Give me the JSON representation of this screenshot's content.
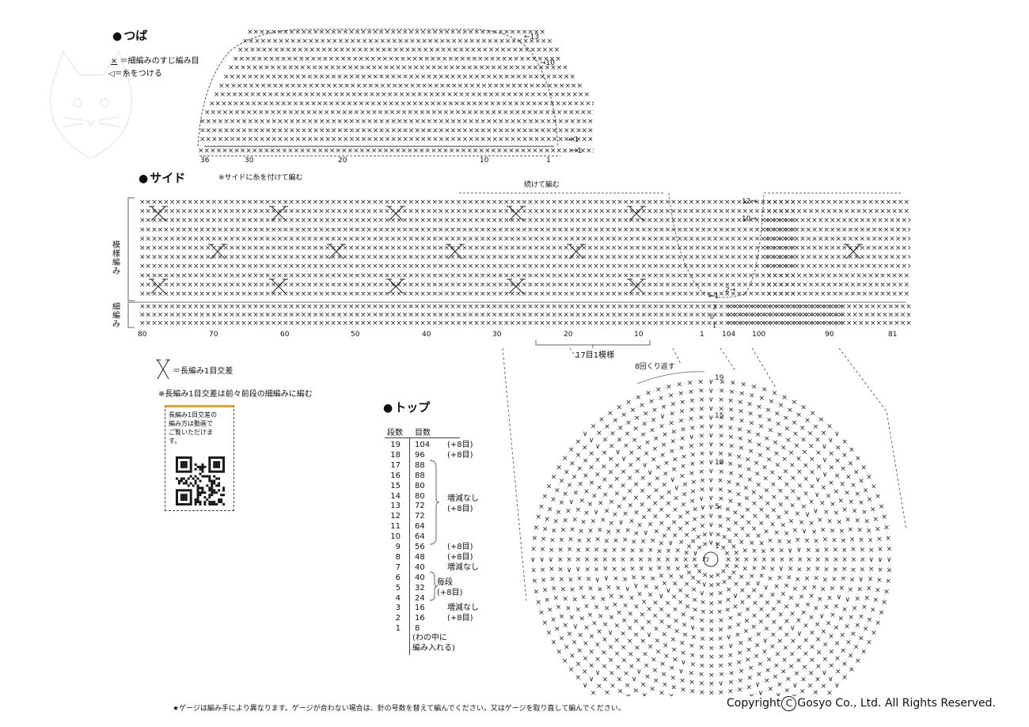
{
  "sections": {
    "tsuba": {
      "title": "つば"
    },
    "side": {
      "title": "サイド"
    },
    "top": {
      "title": "トップ"
    }
  },
  "legend": {
    "sc_back_loop": "＝細編みのすじ編み目",
    "attach_yarn": "＝糸をつける",
    "cross_dc": "＝長編み1目交差",
    "cross_dc_note": "※長編み1目交差は前々前段の細編みに編む"
  },
  "tsuba_diagram": {
    "row_labels": {
      "r13": "←13",
      "r10": "→10",
      "r1a": "←1",
      "r1b": "→1"
    },
    "stitch_numbers": [
      "36",
      "30",
      "20",
      "10",
      "1"
    ],
    "note": "※サイドに糸を付けて編む"
  },
  "side_diagram": {
    "continue_label": "続けて編む",
    "pattern_label": "模様編み",
    "sc_label": "細編み",
    "bottom_numbers_left": [
      "80",
      "70",
      "60",
      "50",
      "40",
      "30",
      "20",
      "10",
      "1"
    ],
    "bottom_numbers_right": [
      "104",
      "100",
      "90",
      "81"
    ],
    "repeat_label": "17目1模様",
    "row_marks": {
      "r12": "12→",
      "r10": "10→",
      "r2": "2→",
      "r1": "←1",
      "n3": "3",
      "n0": "0",
      "n1": "1"
    }
  },
  "top_diagram": {
    "repeat_label": "8回くり返す",
    "center_label": "わ",
    "row_labels": [
      "19",
      "15",
      "10",
      "5",
      "1"
    ]
  },
  "qr_box": {
    "text_lines": [
      "長編み1目交差の",
      "編み方は動画で",
      "ご覧いただけま",
      "す。"
    ]
  },
  "stitch_table": {
    "headers": [
      "段数",
      "目数"
    ],
    "rows": [
      {
        "row": "19",
        "count": "104",
        "note": "(+8目)"
      },
      {
        "row": "18",
        "count": "96",
        "note": "(+8目)"
      },
      {
        "row": "17",
        "count": "88",
        "note": ""
      },
      {
        "row": "16",
        "count": "88",
        "note": ""
      },
      {
        "row": "15",
        "count": "80",
        "note": ""
      },
      {
        "row": "14",
        "count": "80",
        "note": ""
      },
      {
        "row": "13",
        "count": "72",
        "note": ""
      },
      {
        "row": "12",
        "count": "72",
        "note": ""
      },
      {
        "row": "11",
        "count": "64",
        "note": ""
      },
      {
        "row": "10",
        "count": "64",
        "note": ""
      },
      {
        "row": "9",
        "count": "56",
        "note": "(+8目)"
      },
      {
        "row": "8",
        "count": "48",
        "note": "(+8目)"
      },
      {
        "row": "7",
        "count": "40",
        "note": "増減なし"
      },
      {
        "row": "6",
        "count": "40",
        "note": ""
      },
      {
        "row": "5",
        "count": "32",
        "note": ""
      },
      {
        "row": "4",
        "count": "24",
        "note": ""
      },
      {
        "row": "3",
        "count": "16",
        "note": "増減なし"
      },
      {
        "row": "2",
        "count": "16",
        "note": "(+8目)"
      },
      {
        "row": "1",
        "count": "8",
        "note": ""
      }
    ],
    "group_note_a": [
      "増減なし",
      "(+8目)"
    ],
    "group_note_b": [
      "毎段",
      "(+8目)"
    ],
    "row1_note": [
      "(わの中に",
      "編み入れる)"
    ]
  },
  "footer": {
    "note": "★ゲージは編み手により異なります。ゲージが合わない場合は、針の号数を替えて編んでください。又はゲージを取り直して編んでください。",
    "copyright_prefix": "Copyright",
    "copyright_mark": "C",
    "copyright_rest": "Gosyo Co., Ltd. All Rights Reserved."
  },
  "watermark": {
    "icon": "cat-logo-icon"
  }
}
